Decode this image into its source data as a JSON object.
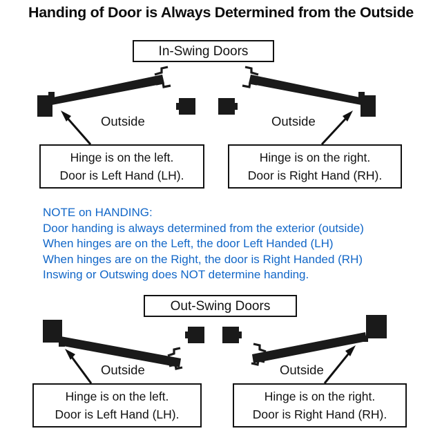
{
  "page": {
    "title": "Handing of Door is Always Determined from the Outside",
    "background_color": "#ffffff",
    "text_color": "#111111",
    "note_color": "#1267c8"
  },
  "sections": {
    "inswing": {
      "heading": "In-Swing Doors",
      "left": {
        "outside_label": "Outside",
        "callout_line1": "Hinge is on the left.",
        "callout_line2": "Door is Left Hand (LH)."
      },
      "right": {
        "outside_label": "Outside",
        "callout_line1": "Hinge is on the right.",
        "callout_line2": "Door is Right Hand (RH)."
      }
    },
    "outswing": {
      "heading": "Out-Swing Doors",
      "left": {
        "outside_label": "Outside",
        "callout_line1": "Hinge is on the left.",
        "callout_line2": "Door is Left Hand (LH)."
      },
      "right": {
        "outside_label": "Outside",
        "callout_line1": "Hinge is on the right.",
        "callout_line2": "Door is Right Hand (RH)."
      }
    }
  },
  "note": {
    "heading": "NOTE on HANDING:",
    "line1": "Door handing is always determined from the exterior (outside)",
    "line2": "When hinges are on the Left, the door Left Handed (LH)",
    "line3": "When hinges are on the Right, the door is Right Handed (RH)",
    "line4": "Inswing or Outswing does NOT determine handing."
  }
}
